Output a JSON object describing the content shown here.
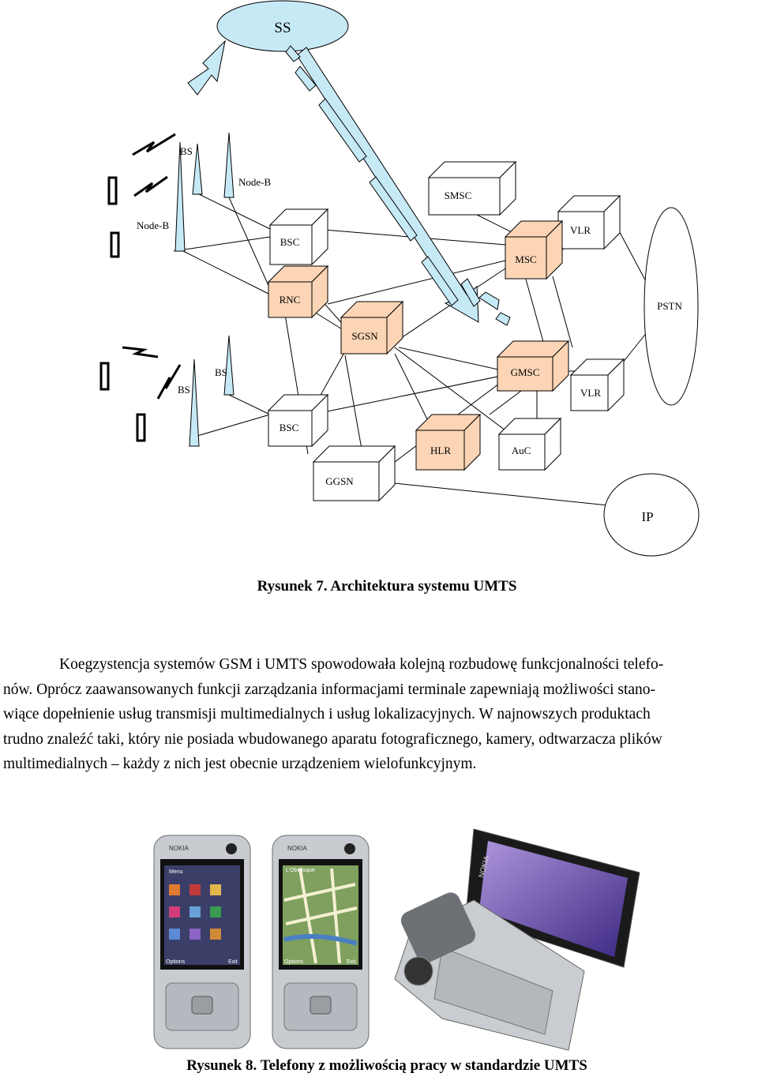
{
  "diagram": {
    "ss": "SS",
    "bs_top": "BS",
    "nodeb_top": "Node-B",
    "nodeb_left": "Node-B",
    "smsc": "SMSC",
    "bsc_top": "BSC",
    "vlr_top": "VLR",
    "msc": "MSC",
    "rnc": "RNC",
    "pstn": "PSTN",
    "sgsn": "SGSN",
    "gmsc": "GMSC",
    "bs_bottom_a": "BS",
    "bs_bottom_b": "BS",
    "vlr_bottom": "VLR",
    "bsc_bottom": "BSC",
    "hlr": "HLR",
    "auc": "AuC",
    "ggsn": "GGSN",
    "ip": "IP",
    "colors": {
      "box_plain": "#ffffff",
      "box_orange": "#fbd5b5",
      "ss_fill": "#c6e9f6",
      "arrow_fill": "#c6e9f6"
    }
  },
  "caption7": "Rysunek 7. Architektura systemu UMTS",
  "paragraph": {
    "line1": "Koegzystencja systemów GSM i UMTS spowodowała kolejną rozbudowę funkcjonalności telefo-",
    "line2": "nów. Oprócz zaawansowanych funkcji zarządzania informacjami terminale zapewniają możliwości stano-",
    "line3": "wiące dopełnienie usług transmisji multimedialnych i usług lokalizacyjnych. W najnowszych produktach",
    "line4": "trudno znaleźć taki, który nie posiada wbudowanego aparatu fotograficznego, kamery, odtwarzacza plików",
    "line5": "multimedialnych – każdy z nich jest obecnie urządzeniem wielofunkcyjnym."
  },
  "phones": {
    "brand1": "NOKIA",
    "brand2": "NOKIA",
    "brand3": "NOKIA",
    "p1_softkey_left": "Options",
    "p1_softkey_right": "Exit",
    "p2_softkey_left": "Options",
    "p2_softkey_right": "Exit",
    "p1_header": "Menu",
    "p2_header": "L'Obélisque"
  },
  "caption8": "Rysunek 8. Telefony z możliwością pracy w standardzie UMTS"
}
